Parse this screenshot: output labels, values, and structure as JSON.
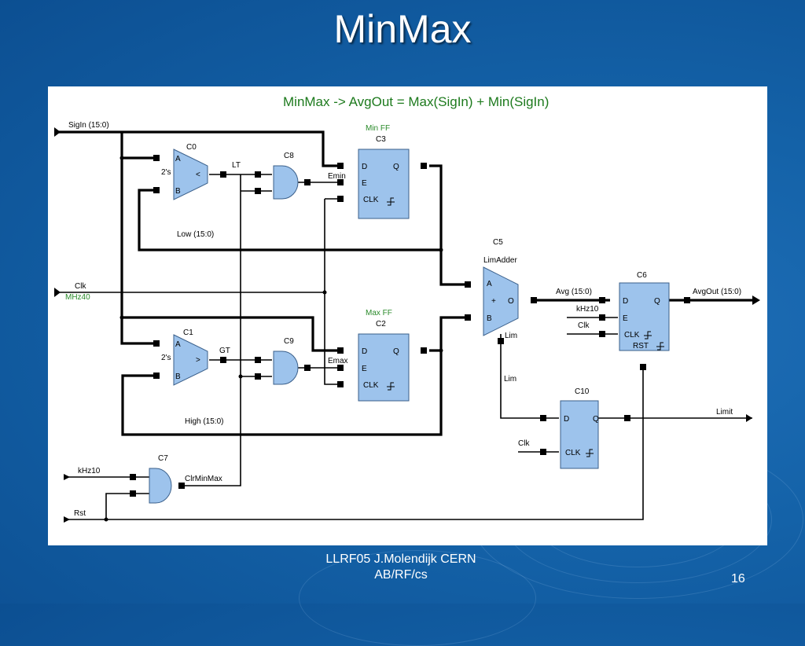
{
  "slide": {
    "title": "MinMax",
    "footer_line1": "LLRF05 J.Molendijk CERN",
    "footer_line2": "AB/RF/cs",
    "page_number": "16"
  },
  "diagram": {
    "equation": "MinMax -> AvgOut = Max(SigIn) + Min(SigIn)",
    "inputs": {
      "sigin": "SigIn (15:0)",
      "clk": "Clk",
      "mhz40": "MHz40",
      "khz10": "kHz10",
      "rst": "Rst"
    },
    "outputs": {
      "avgout": "AvgOut (15:0)",
      "limit": "Limit"
    },
    "blocks": {
      "c0": {
        "name": "C0",
        "port_a": "A",
        "port_b": "B",
        "mode": "2's",
        "op": "<"
      },
      "c1": {
        "name": "C1",
        "port_a": "A",
        "port_b": "B",
        "mode": "2's",
        "op": ">"
      },
      "c8": {
        "name": "C8"
      },
      "c9": {
        "name": "C9"
      },
      "c7": {
        "name": "C7"
      },
      "c3": {
        "name": "C3",
        "title": "Min FF",
        "d": "D",
        "q": "Q",
        "e": "E",
        "clk": "CLK"
      },
      "c2": {
        "name": "C2",
        "title": "Max FF",
        "d": "D",
        "q": "Q",
        "e": "E",
        "clk": "CLK"
      },
      "c5": {
        "name": "C5",
        "title": "LimAdder",
        "a": "A",
        "b": "B",
        "plus": "+",
        "o": "O",
        "lim": "Lim"
      },
      "c6": {
        "name": "C6",
        "d": "D",
        "q": "Q",
        "e": "E",
        "clk": "CLK",
        "rst": "RST"
      },
      "c10": {
        "name": "C10",
        "d": "D",
        "q": "Q",
        "clk": "CLK"
      }
    },
    "nets": {
      "lt": "LT",
      "gt": "GT",
      "emin": "Emin",
      "emax": "Emax",
      "low": "Low (15:0)",
      "high": "High (15:0)",
      "avg": "Avg (15:0)",
      "khz10_c6": "kHz10",
      "clk_c6": "Clk",
      "lim": "Lim",
      "clk_c10": "Clk",
      "clrminmax": "ClrMinMax"
    },
    "colors": {
      "block_fill": "#9dc3ec",
      "equation": "#1d7a1d",
      "background": "#1462a8"
    }
  }
}
